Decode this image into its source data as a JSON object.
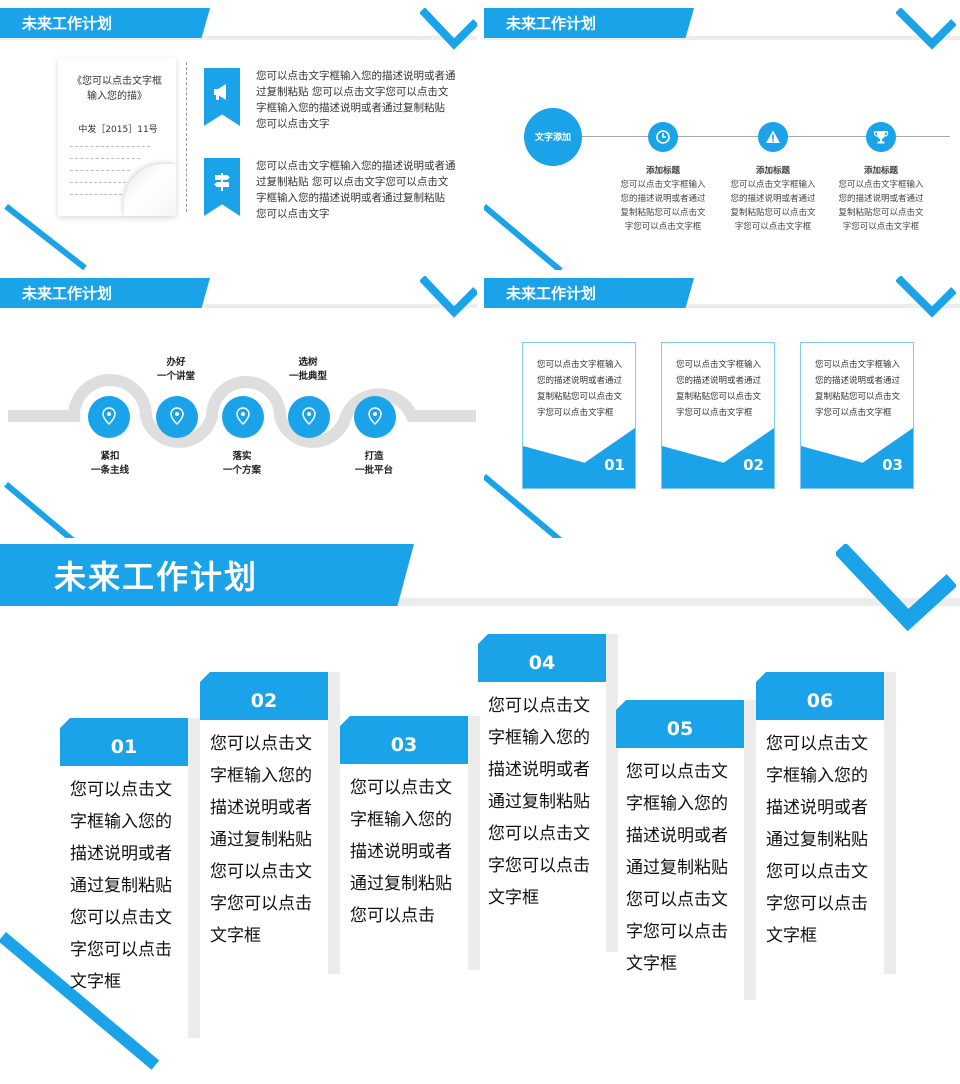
{
  "section_title": "未来工作计划",
  "slide1": {
    "doc_title": "《您可以点击文字框输入您的描》",
    "doc_ref": "中发［2015］11号",
    "items": [
      {
        "icon": "megaphone-icon",
        "text": "您可以点击文字框输入您的描述说明或者通过复制粘贴 您可以点击文字您可以点击文字框输入您的描述说明或者通过复制粘贴 您可以点击文字"
      },
      {
        "icon": "signpost-icon",
        "text": "您可以点击文字框输入您的描述说明或者通过复制粘贴 您可以点击文字您可以点击文字框输入您的描述说明或者通过复制粘贴 您可以点击文字"
      }
    ]
  },
  "slide2": {
    "hub_label": "文字添加",
    "nodes": [
      {
        "icon": "clock-icon",
        "title": "添加标题",
        "text": "您可以点击文字框输入您的描述说明或者通过复制粘贴您可以点击文字您可以点击文字框"
      },
      {
        "icon": "warning-icon",
        "title": "添加标题",
        "text": "您可以点击文字框输入您的描述说明或者通过复制粘贴您可以点击文字您可以点击文字框"
      },
      {
        "icon": "trophy-icon",
        "title": "添加标题",
        "text": "您可以点击文字框输入您的描述说明或者通过复制粘贴您可以点击文字您可以点击文字框"
      }
    ]
  },
  "slide3": {
    "labels_top": [
      {
        "line1": "办好",
        "line2": "一个讲堂"
      },
      {
        "line1": "选树",
        "line2": "一批典型"
      }
    ],
    "labels_bottom": [
      {
        "line1": "紧扣",
        "line2": "一条主线"
      },
      {
        "line1": "落实",
        "line2": "一个方案"
      },
      {
        "line1": "打造",
        "line2": "一批平台"
      }
    ]
  },
  "slide4": {
    "cards": [
      {
        "text": "您可以点击文字框输入您的描述说明或者通过复制粘贴您可以点击文字您可以点击文字框",
        "num": "01"
      },
      {
        "text": "您可以点击文字框输入您的描述说明或者通过复制粘贴您可以点击文字您可以点击文字框",
        "num": "02"
      },
      {
        "text": "您可以点击文字框输入您的描述说明或者通过复制粘贴您可以点击文字您可以点击文字框",
        "num": "03"
      }
    ]
  },
  "slide5": {
    "columns": [
      {
        "num": "01",
        "text": "您可以点击文字框输入您的描述说明或者通过复制粘贴您可以点击文字您可以点击文字框"
      },
      {
        "num": "02",
        "text": "您可以点击文字框输入您的描述说明或者通过复制粘贴您可以点击文字您可以点击文字框"
      },
      {
        "num": "03",
        "text": "您可以点击文字框输入您的描述说明或者通过复制粘贴您可以点击"
      },
      {
        "num": "04",
        "text": "您可以点击文字框输入您的描述说明或者通过复制粘贴您可以点击文字您可以点击文字框"
      },
      {
        "num": "05",
        "text": "您可以点击文字框输入您的描述说明或者通过复制粘贴您可以点击文字您可以点击文字框"
      },
      {
        "num": "06",
        "text": "您可以点击文字框输入您的描述说明或者通过复制粘贴您可以点击文字您可以点击文字框"
      }
    ]
  },
  "colors": {
    "accent": "#1aa3e8",
    "strip": "#ededed",
    "side": "#ececec"
  }
}
